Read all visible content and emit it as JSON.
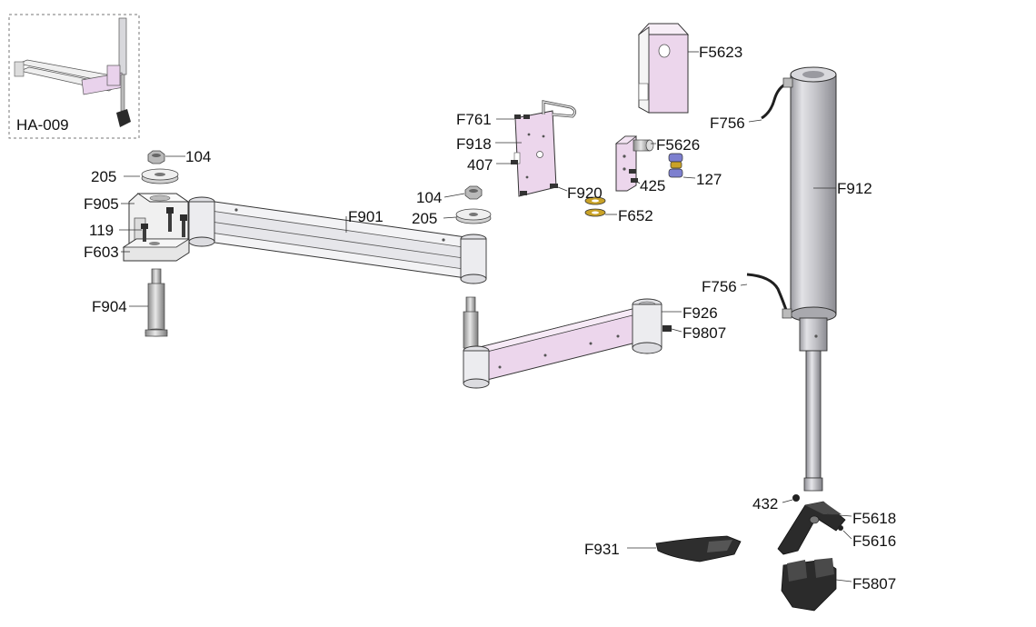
{
  "inset": {
    "label": "HA-009"
  },
  "colors": {
    "steel": "#e9e9ec",
    "plate": "#ecd6ec",
    "cylinder": "#c9c9cd",
    "dark": "#2b2b2b",
    "brass": "#c9a227",
    "blue": "#7d7fcf"
  },
  "labels": {
    "p104a": "104",
    "p205a": "205",
    "pF905": "F905",
    "p119": "119",
    "pF603": "F603",
    "pF904": "F904",
    "pF901": "F901",
    "p104b": "104",
    "p205b": "205",
    "pF761": "F761",
    "pF918": "F918",
    "p407": "407",
    "pF920": "F920",
    "pF652": "F652",
    "pF5623": "F5623",
    "pF5626": "F5626",
    "p425": "425",
    "p127": "127",
    "pF756a": "F756",
    "pF912": "F912",
    "pF756b": "F756",
    "pF926": "F926",
    "pF9807": "F9807",
    "p432": "432",
    "pF5618": "F5618",
    "pF5616": "F5616",
    "pF931": "F931",
    "pF5807": "F5807"
  }
}
